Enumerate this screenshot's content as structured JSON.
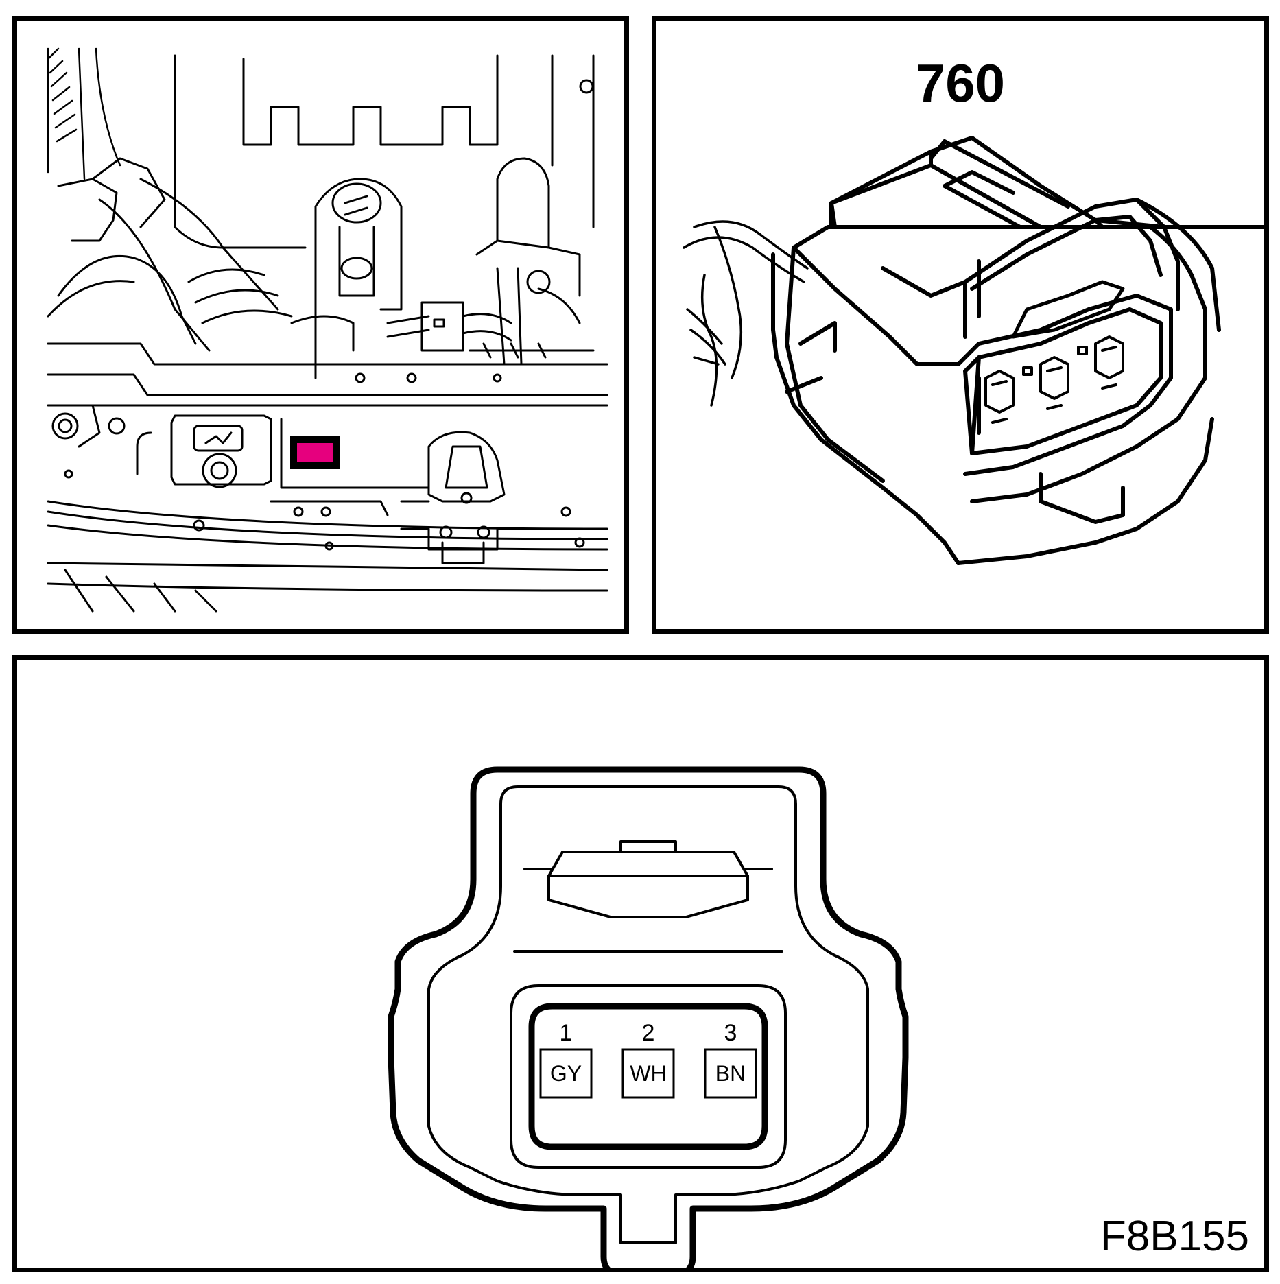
{
  "connector": {
    "number": "760",
    "locator_color": "#e6007e"
  },
  "pins": [
    {
      "number": "1",
      "wire_color": "GY"
    },
    {
      "number": "2",
      "wire_color": "WH"
    },
    {
      "number": "3",
      "wire_color": "BN"
    }
  ],
  "figure_code": "F8B155"
}
